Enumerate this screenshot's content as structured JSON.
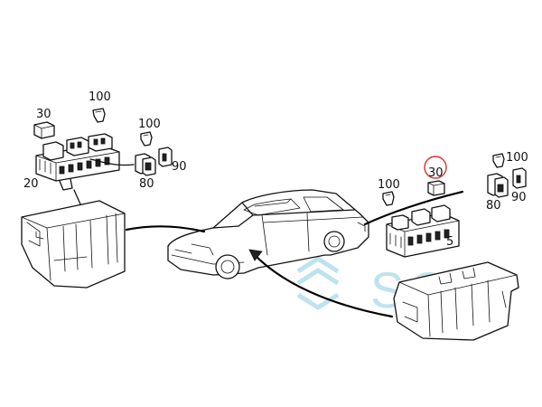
{
  "watermark": {
    "text": "SOL",
    "color": "#bfe3ee"
  },
  "highlight_color": "#dd3333",
  "left_group": {
    "relay_label": "30",
    "fuse_top_label": "100",
    "fuse_mid_label": "100",
    "box_label": "20",
    "relay_small_label_right": "90",
    "relay_small_label_bottom": "80"
  },
  "right_group": {
    "relay_label": "30",
    "fuse_left_label": "100",
    "fuse_top_label": "100",
    "box_label": "5",
    "relay_small_label_right": "90",
    "relay_small_label_bottom": "80"
  }
}
